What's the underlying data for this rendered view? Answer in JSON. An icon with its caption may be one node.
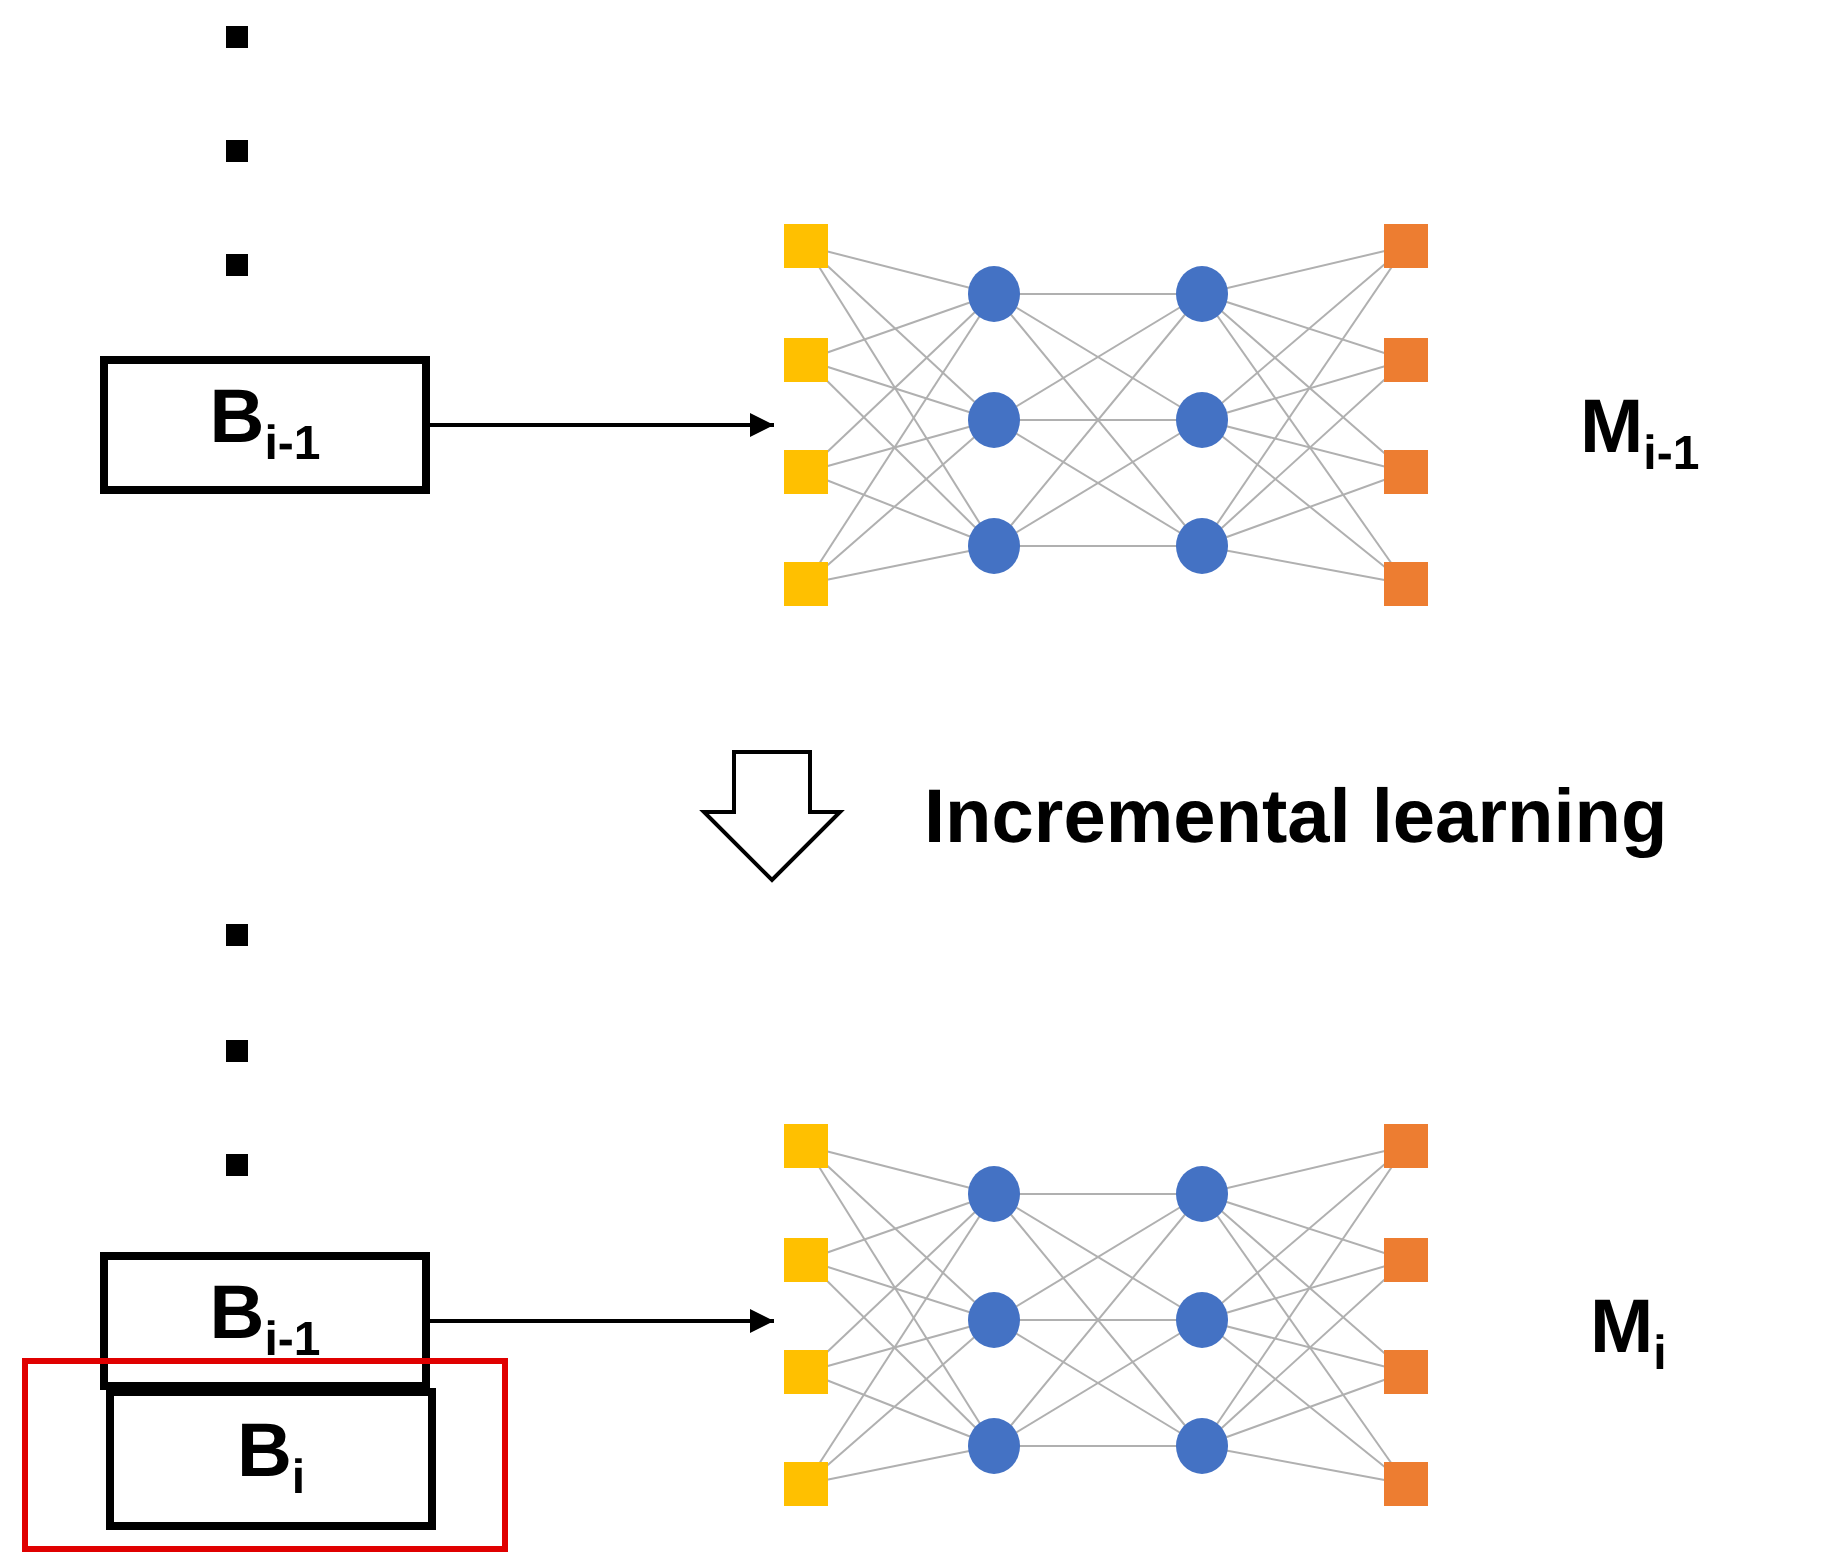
{
  "diagram": {
    "nodes": [
      {
        "text": [
          "B$_{i-1}$"
        ]
      },
      {
        "text": [],
        "shape": "picture",
        "beside": [
          "M$_{i-1}$"
        ]
      },
      {
        "text": [
          "B$_{i-1}$"
        ]
      },
      {
        "text": [],
        "shape": "box"
      },
      {
        "text": [
          "B$_{i}$"
        ],
        "in": 3
      },
      {
        "text": [],
        "shape": "picture",
        "beside": [
          "M$_{i}$"
        ]
      }
    ],
    "edges": [
      {
        "from": 0,
        "to": 1,
        "arrow": "to"
      },
      {
        "from": 2,
        "to": 5,
        "arrow": "to"
      }
    ],
    "labels": [
      "Incremental learning"
    ]
  }
}
